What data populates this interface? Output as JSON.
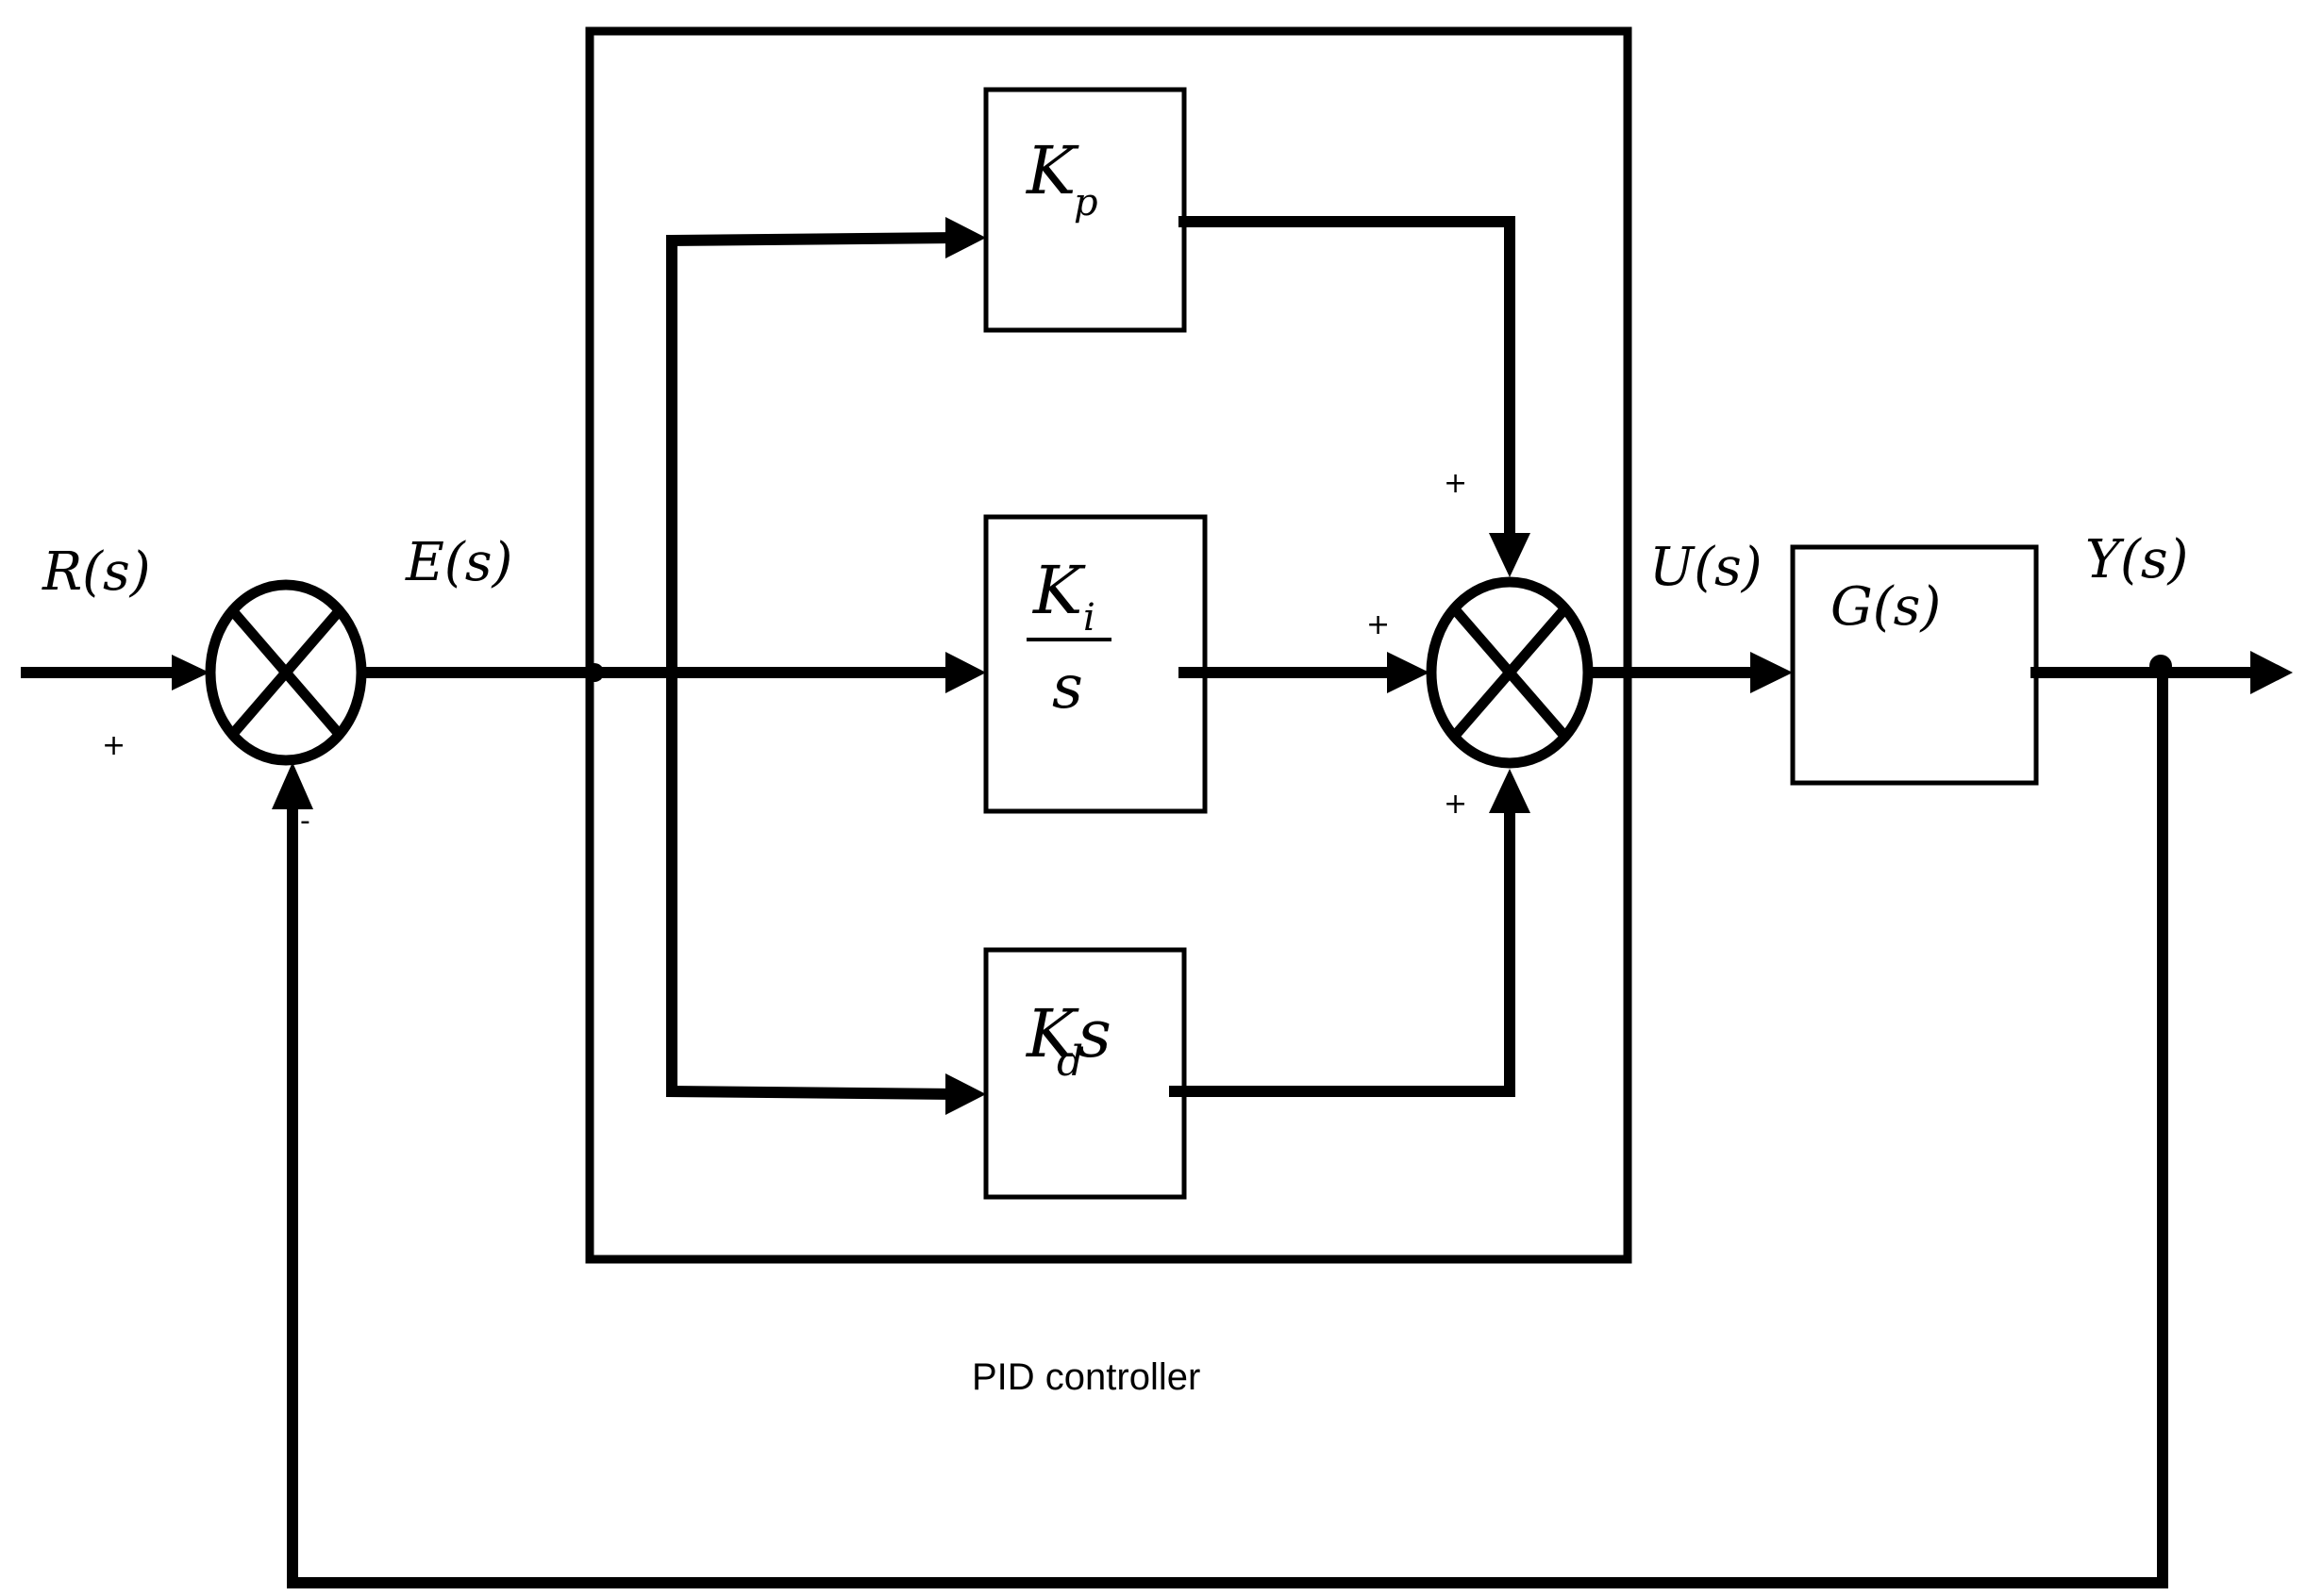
{
  "signals": {
    "reference": "R(s)",
    "error": "E(s)",
    "control": "U(s)",
    "output": "Y(s)"
  },
  "blocks": {
    "proportional": {
      "symbol": "K",
      "subscript": "p"
    },
    "integral": {
      "symbol": "K",
      "subscript": "i",
      "denominator": "s"
    },
    "derivative": {
      "symbol": "K",
      "subscript": "d",
      "suffix": "s"
    },
    "plant": "G(s)"
  },
  "signs": {
    "input_summer_reference": "+",
    "input_summer_feedback": "-",
    "output_summer_top": "+",
    "output_summer_left": "+",
    "output_summer_bottom": "+"
  },
  "caption": "PID controller"
}
